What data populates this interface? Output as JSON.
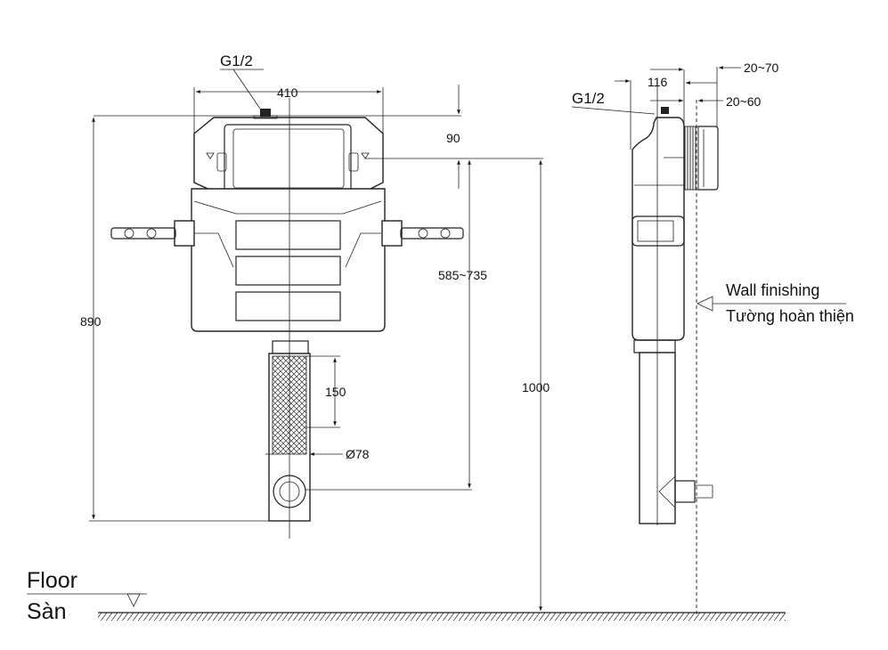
{
  "front_view": {
    "inlet_label": "G1/2",
    "width_dim": "410",
    "top_offset_dim": "90",
    "height_dim": "890",
    "outlet_range_dim": "585~735",
    "pipe_section_dim": "150",
    "pipe_diameter_dim": "Ø78",
    "floor_height_dim": "1000"
  },
  "side_view": {
    "inlet_label": "G1/2",
    "depth_dim": "116",
    "flange_range_outer": "20~70",
    "flange_range_inner": "20~60",
    "wall_label_en": "Wall finishing",
    "wall_label_vi": "Tường hoàn thiện"
  },
  "floor": {
    "label_en": "Floor",
    "label_vi": "Sàn"
  }
}
